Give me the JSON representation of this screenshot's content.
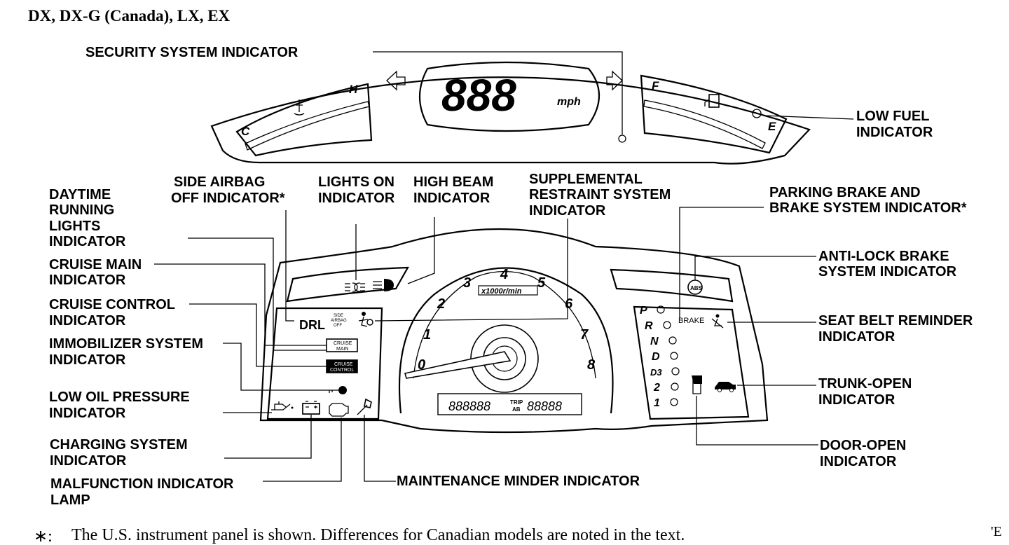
{
  "page": {
    "heading": "DX, DX-G (Canada), LX, EX",
    "footnote_mark": "∗:",
    "footnote": "The U.S. instrument panel is shown. Differences for Canadian models are noted in the text.",
    "corner_mark": "'E"
  },
  "labels": {
    "security": "SECURITY SYSTEM INDICATOR",
    "low_fuel": [
      "LOW FUEL",
      "INDICATOR"
    ],
    "side_airbag": [
      "SIDE AIRBAG",
      "OFF INDICATOR*"
    ],
    "lights_on": [
      "LIGHTS ON",
      "INDICATOR"
    ],
    "high_beam": [
      "HIGH BEAM",
      "INDICATOR"
    ],
    "srs": [
      "SUPPLEMENTAL",
      "RESTRAINT SYSTEM",
      "INDICATOR"
    ],
    "parking_brake": [
      "PARKING BRAKE AND",
      "BRAKE SYSTEM INDICATOR*"
    ],
    "drl": [
      "DAYTIME",
      "RUNNING",
      "LIGHTS",
      "INDICATOR"
    ],
    "cruise_main": [
      "CRUISE MAIN",
      "INDICATOR"
    ],
    "cruise_control": [
      "CRUISE CONTROL",
      "INDICATOR"
    ],
    "immobilizer": [
      "IMMOBILIZER SYSTEM",
      "INDICATOR"
    ],
    "low_oil": [
      "LOW OIL PRESSURE",
      "INDICATOR"
    ],
    "charging": [
      "CHARGING SYSTEM",
      "INDICATOR"
    ],
    "mil": [
      "MALFUNCTION INDICATOR",
      "LAMP"
    ],
    "maintenance": "MAINTENANCE MINDER INDICATOR",
    "abs": [
      "ANTI-LOCK BRAKE",
      "SYSTEM INDICATOR"
    ],
    "seat_belt": [
      "SEAT BELT REMINDER",
      "INDICATOR"
    ],
    "trunk": [
      "TRUNK-OPEN",
      "INDICATOR"
    ],
    "door": [
      "DOOR-OPEN",
      "INDICATOR"
    ]
  },
  "cluster": {
    "speed_digits": "888",
    "speed_unit": "mph",
    "temp_hot": "H",
    "temp_cold": "C",
    "fuel_full": "F",
    "fuel_empty": "E",
    "tach_numbers": [
      "0",
      "1",
      "2",
      "3",
      "4",
      "5",
      "6",
      "7",
      "8"
    ],
    "tach_unit": "x1000r/min",
    "odometer_left": "888888",
    "trip_label": "TRIP",
    "trip_ab": "AB",
    "odometer_right": "88888",
    "gears": [
      "P",
      "R",
      "N",
      "D",
      "D3",
      "2",
      "1"
    ],
    "drl_text": "DRL",
    "side_airbag_tiny": [
      "SIDE",
      "AIRBAG",
      "OFF"
    ],
    "cruise_main_text": [
      "CRUISE",
      "MAIN"
    ],
    "cruise_control_text": [
      "CRUISE",
      "CONTROL"
    ],
    "brake_text": "BRAKE",
    "abs_text": "ABS"
  }
}
